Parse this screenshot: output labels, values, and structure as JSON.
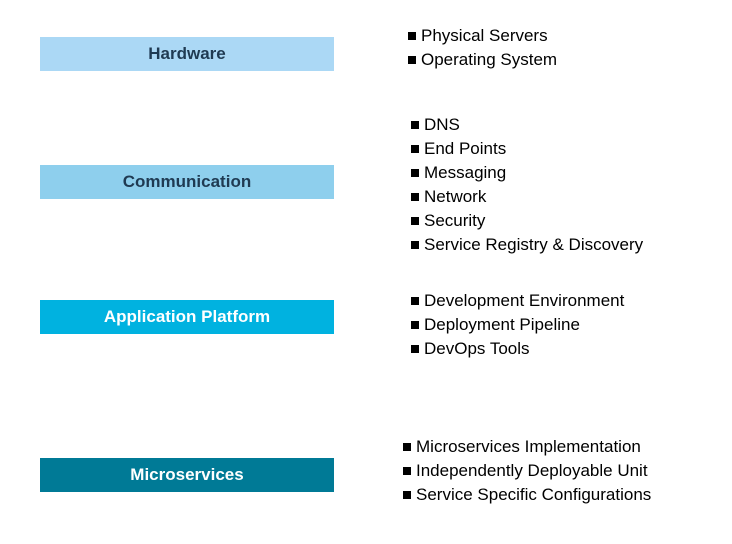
{
  "layers": [
    {
      "label": "Hardware",
      "color": "#abd8f5",
      "text_color": "#1f3a52",
      "items": [
        "Physical Servers",
        "Operating System"
      ]
    },
    {
      "label": "Communication",
      "color": "#8ecfed",
      "text_color": "#1f3a52",
      "items": [
        "DNS",
        "End Points",
        "Messaging",
        "Network",
        "Security",
        "Service Registry & Discovery"
      ]
    },
    {
      "label": "Application Platform",
      "color": "#00b2e0",
      "text_color": "#ffffff",
      "items": [
        "Development Environment",
        "Deployment Pipeline",
        "DevOps Tools"
      ]
    },
    {
      "label": "Microservices",
      "color": "#007a96",
      "text_color": "#ffffff",
      "items": [
        "Microservices Implementation",
        "Independently Deployable Unit",
        "Service Specific Configurations"
      ]
    }
  ]
}
